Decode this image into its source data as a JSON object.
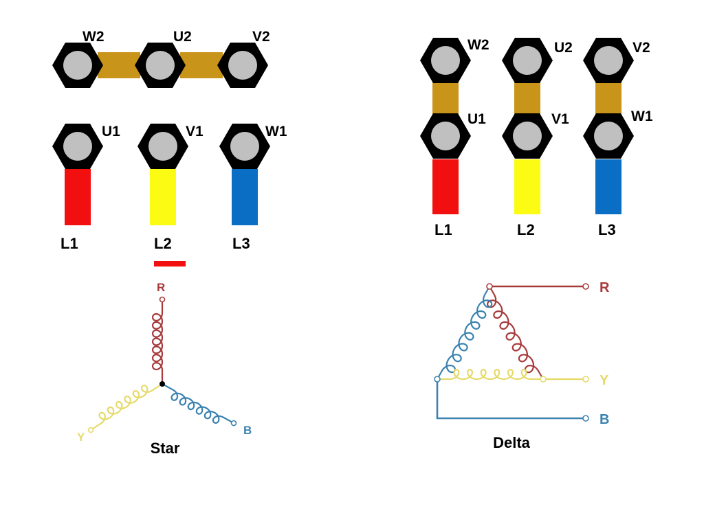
{
  "colors": {
    "hex": "#000000",
    "nut": "#c0c0c0",
    "link": "#c8951a",
    "red": "#f20f0f",
    "yellow": "#fbfb14",
    "blue": "#0a6fc4",
    "coil_red": "#a83a3a",
    "coil_yellow": "#e6da6a",
    "coil_blue": "#3a82b0"
  },
  "star_block": {
    "top_labels": [
      "W2",
      "U2",
      "V2"
    ],
    "bottom_labels": [
      "U1",
      "V1",
      "W1"
    ],
    "line_labels": [
      "L1",
      "L2",
      "L3"
    ]
  },
  "delta_block": {
    "top_labels": [
      "W2",
      "U2",
      "V2"
    ],
    "mid_labels": [
      "U1",
      "V1",
      "W1"
    ],
    "line_labels": [
      "L1",
      "L2",
      "L3"
    ]
  },
  "star_schematic": {
    "labels": {
      "r": "R",
      "y": "Y",
      "b": "B"
    },
    "caption": "Star"
  },
  "delta_schematic": {
    "labels": {
      "r": "R",
      "y": "Y",
      "b": "B"
    },
    "caption": "Delta"
  }
}
